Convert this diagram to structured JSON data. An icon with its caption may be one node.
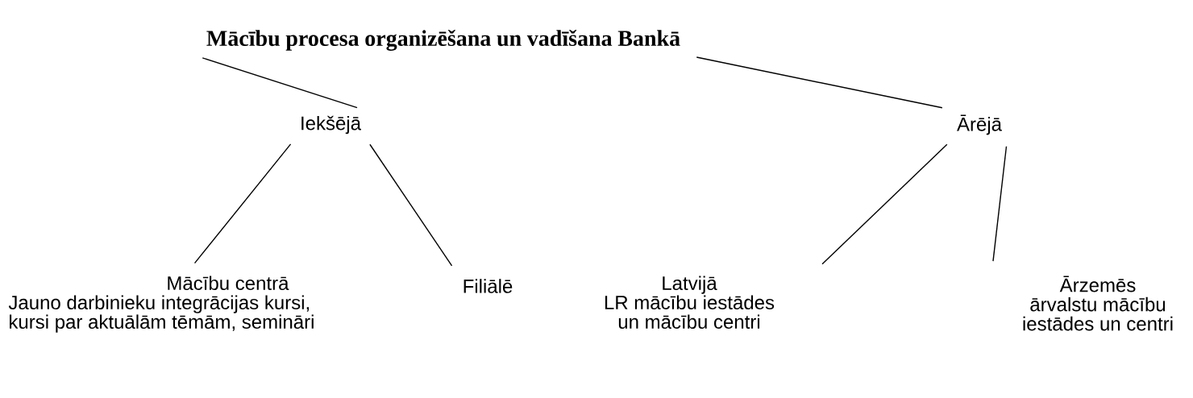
{
  "diagram": {
    "nodes": [
      {
        "text": [
          "Mācību procesa organizēšana un vadīšana Bankā"
        ]
      },
      {
        "text": [
          "Iekšējā"
        ]
      },
      {
        "text": [
          "Ārējā"
        ]
      },
      {
        "text": [
          "Mācību centrā",
          "Jauno darbinieku integrācijas kursi, kursi par aktuālām tēmām, semināri"
        ]
      },
      {
        "text": [
          "Filiālē"
        ]
      },
      {
        "text": [
          "Latvijā",
          "LR mācību iestādes un mācību centri"
        ]
      },
      {
        "text": [
          "Ārzemēs",
          "ārvalstu mācību iestādes un centri"
        ]
      }
    ],
    "edges": [
      {
        "from": 0,
        "to": 1,
        "arrow": "none"
      },
      {
        "from": 0,
        "to": 2,
        "arrow": "none"
      },
      {
        "from": 1,
        "to": 3,
        "arrow": "none"
      },
      {
        "from": 1,
        "to": 4,
        "arrow": "none"
      },
      {
        "from": 2,
        "to": 5,
        "arrow": "none"
      },
      {
        "from": 2,
        "to": 6,
        "arrow": "none"
      }
    ]
  }
}
